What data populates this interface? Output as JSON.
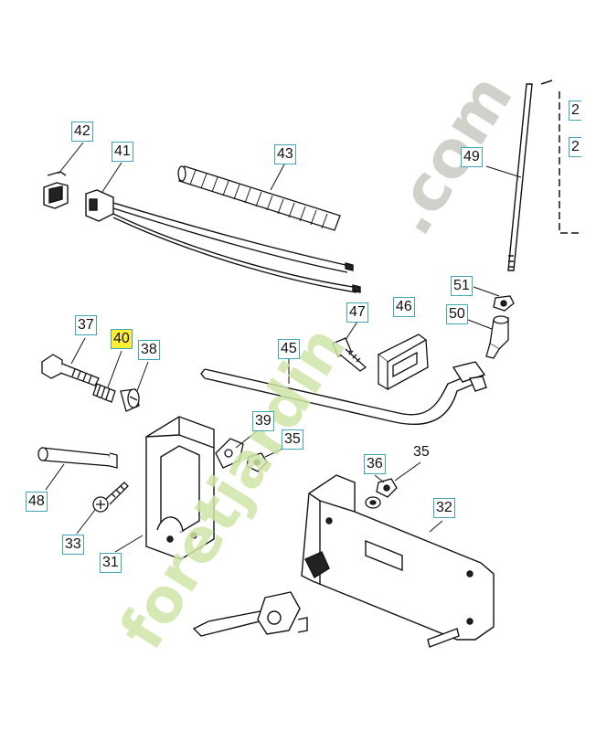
{
  "callouts": {
    "c42": "42",
    "c41": "41",
    "c43": "43",
    "c49": "49",
    "c51": "51",
    "c50": "50",
    "c47": "47",
    "c46": "46",
    "c37": "37",
    "c40": "40",
    "c38": "38",
    "c45": "45",
    "c39": "39",
    "c35": "35",
    "c35b": "35",
    "c36": "36",
    "c32": "32",
    "c48": "48",
    "c33": "33",
    "c31": "31",
    "edge2a": "2",
    "edge2b": "2"
  },
  "watermark": {
    "brand": "foretjardin",
    "domain": ".com"
  },
  "colors": {
    "callout_border": "#3fa7b5",
    "highlight": "#ffee33",
    "watermark_green": "#cfe6a8",
    "watermark_orange": "#f3c7a0",
    "watermark_gray": "#c9c9c2"
  }
}
